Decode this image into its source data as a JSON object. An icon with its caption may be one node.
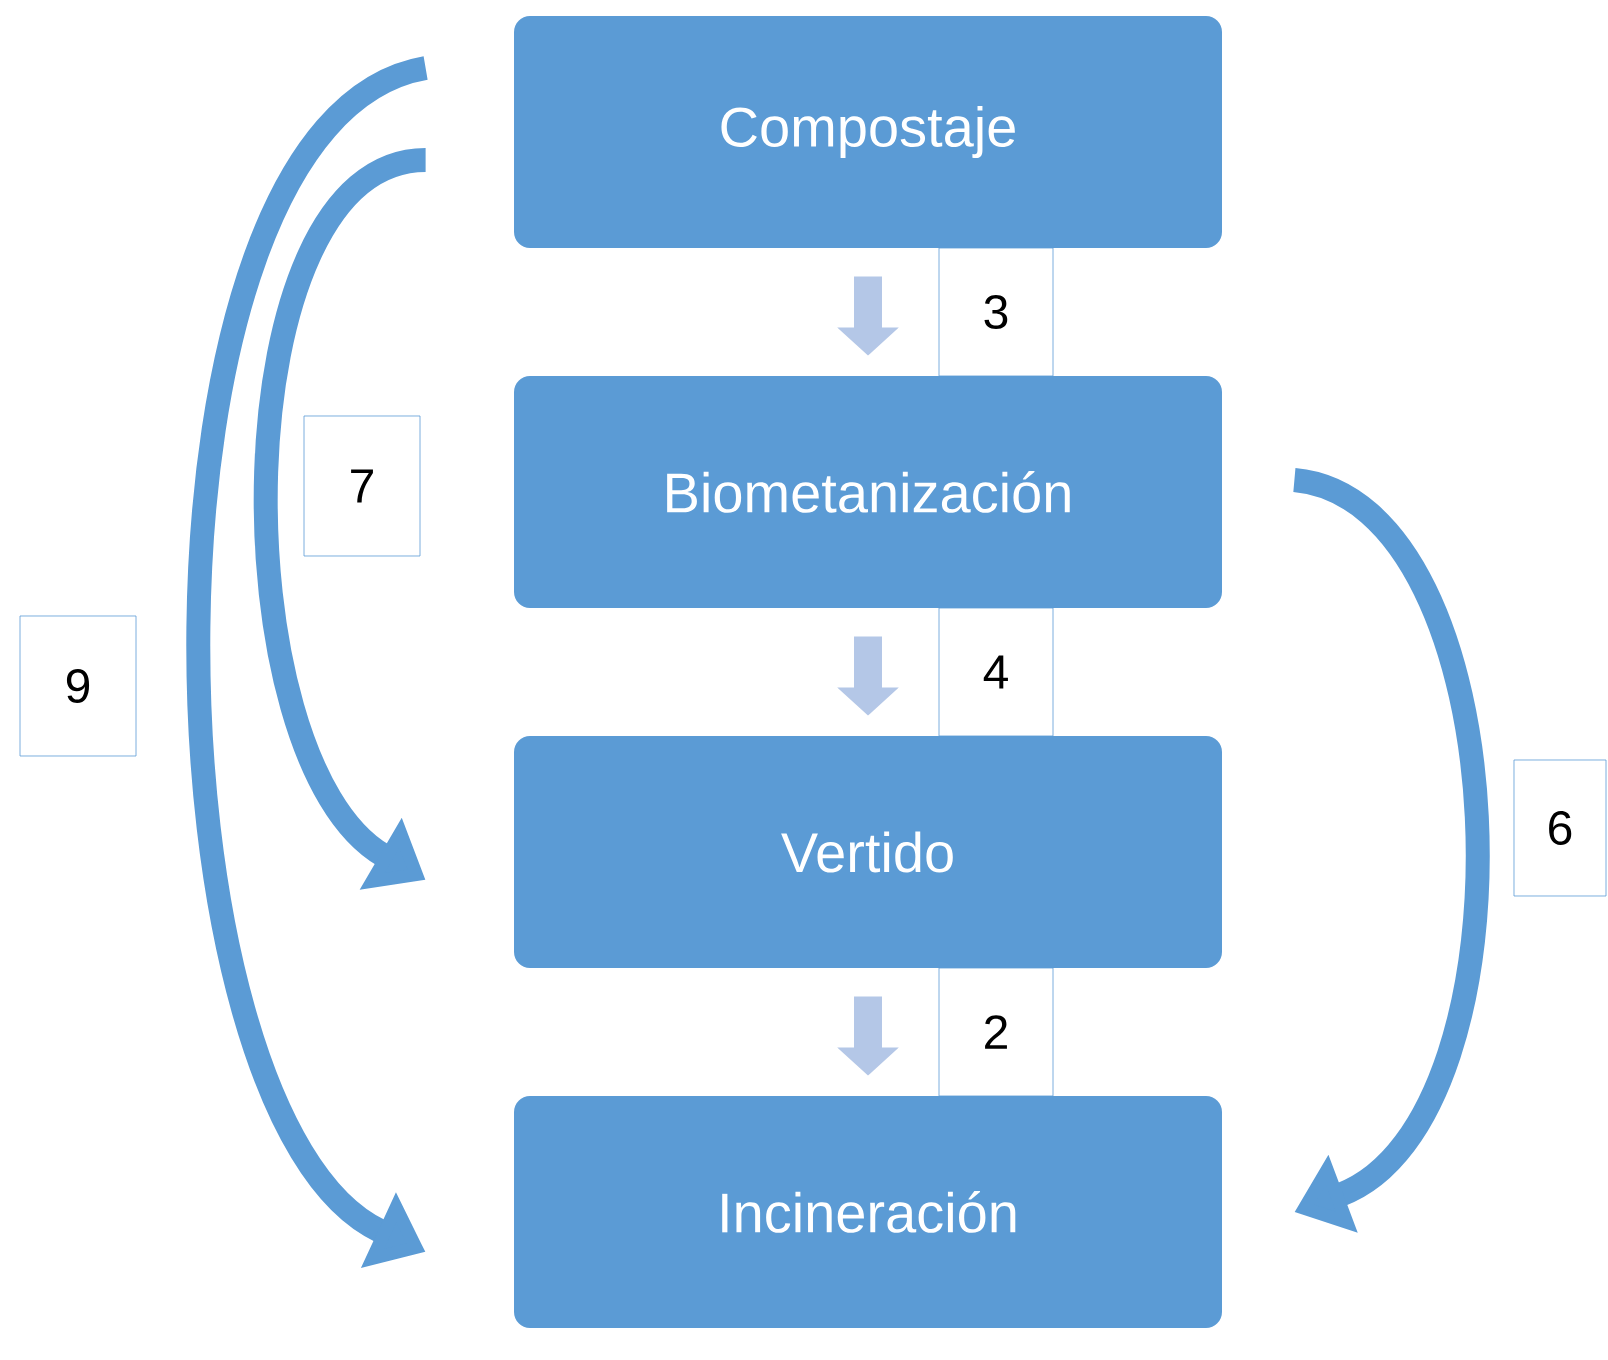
{
  "diagram": {
    "nodes": [
      {
        "text": [
          "Compostaje"
        ]
      },
      {
        "text": [
          "Biometanización"
        ]
      },
      {
        "text": [
          "Vertido"
        ]
      },
      {
        "text": [
          "Incineración"
        ]
      }
    ],
    "edges": [
      {
        "from": 0,
        "to": 1,
        "arrow": "to",
        "label": "3",
        "color": "#b4c7e7"
      },
      {
        "from": 1,
        "to": 2,
        "arrow": "to",
        "label": "4",
        "color": "#b4c7e7"
      },
      {
        "from": 2,
        "to": 3,
        "arrow": "to",
        "label": "2",
        "color": "#b4c7e7"
      },
      {
        "from": 0,
        "to": 2,
        "arrow": "to",
        "label": "7",
        "color": "#5b9bd5"
      },
      {
        "from": 0,
        "to": 3,
        "arrow": "to",
        "label": "9",
        "color": "#5b9bd5"
      },
      {
        "from": 1,
        "to": 3,
        "arrow": "to",
        "label": "6",
        "color": "#5b9bd5"
      }
    ]
  }
}
